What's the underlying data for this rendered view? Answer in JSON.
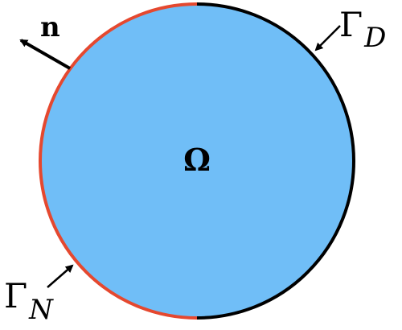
{
  "diagram": {
    "domain_label": "Ω",
    "normal_label": "n",
    "dirichlet_label": {
      "symbol": "Γ",
      "subscript": "D"
    },
    "neumann_label": {
      "symbol": "Γ",
      "subscript": "N"
    }
  },
  "colors": {
    "domain_fill": "#70BEF7",
    "neumann_boundary": "#E5482F",
    "dirichlet_boundary": "#000000",
    "arrow": "#000000",
    "text": "#000000"
  }
}
